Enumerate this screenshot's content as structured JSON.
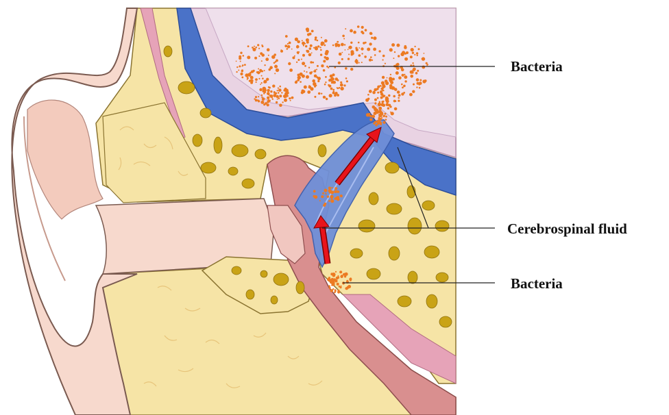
{
  "labels": {
    "bacteria_top": "Bacteria",
    "csf": "Cerebrospinal fluid",
    "bacteria_bottom": "Bacteria"
  },
  "colors": {
    "skin": "#f7d9cd",
    "skin_outline": "#7a5a50",
    "bone": "#f6e4a6",
    "bone_holes": "#c9a316",
    "dura": "#4a72c8",
    "csf": "#6f8fd8",
    "brain": "#e9d3e3",
    "mucosa": "#d98f8f",
    "muscle": "#e6a3b8",
    "bacteria": "#ec7a22",
    "arrow": "#e8141b"
  },
  "icons": {
    "arrow_lower": "red-up-arrow",
    "arrow_upper": "red-diagonal-arrow"
  }
}
